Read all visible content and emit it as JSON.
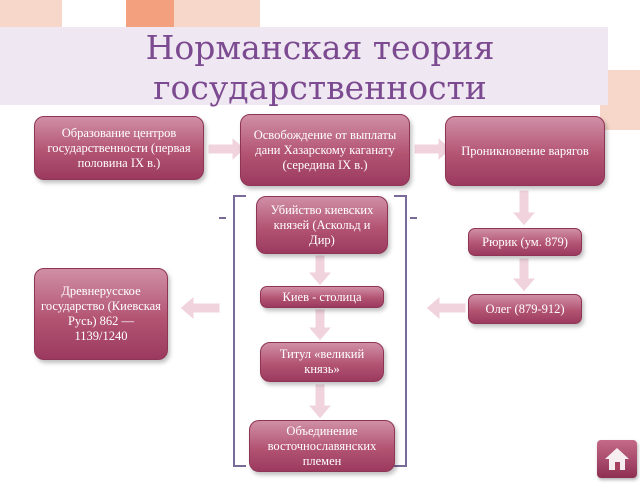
{
  "title": {
    "line1": "Норманская теория",
    "line2": "государственности"
  },
  "boxes": {
    "formation": "Образование центров государственности (первая половина IX в.)",
    "liberation": "Освобождение от выплаты дани Хазарскому каганату (середина IX в.)",
    "varangians": "Проникновение варягов",
    "murder": "Убийство киевских князей (Аскольд и Дир)",
    "rurik": "Рюрик (ум. 879)",
    "oldrus": "Древнерусское государство (Киевская Русь) 862 — 1139/1240",
    "kiev": "Киев - столица",
    "oleg": "Олег (879-912)",
    "title_grand": "Титул «великий князь»",
    "unification": "Объединение восточнославянских племен"
  },
  "colors": {
    "title_text": "#7b4a90",
    "box_fill": "#b35473",
    "arrow_fill": "#f0d3dd",
    "bracket": "#7a6a9a"
  },
  "icons": {
    "nav": "home-icon"
  }
}
